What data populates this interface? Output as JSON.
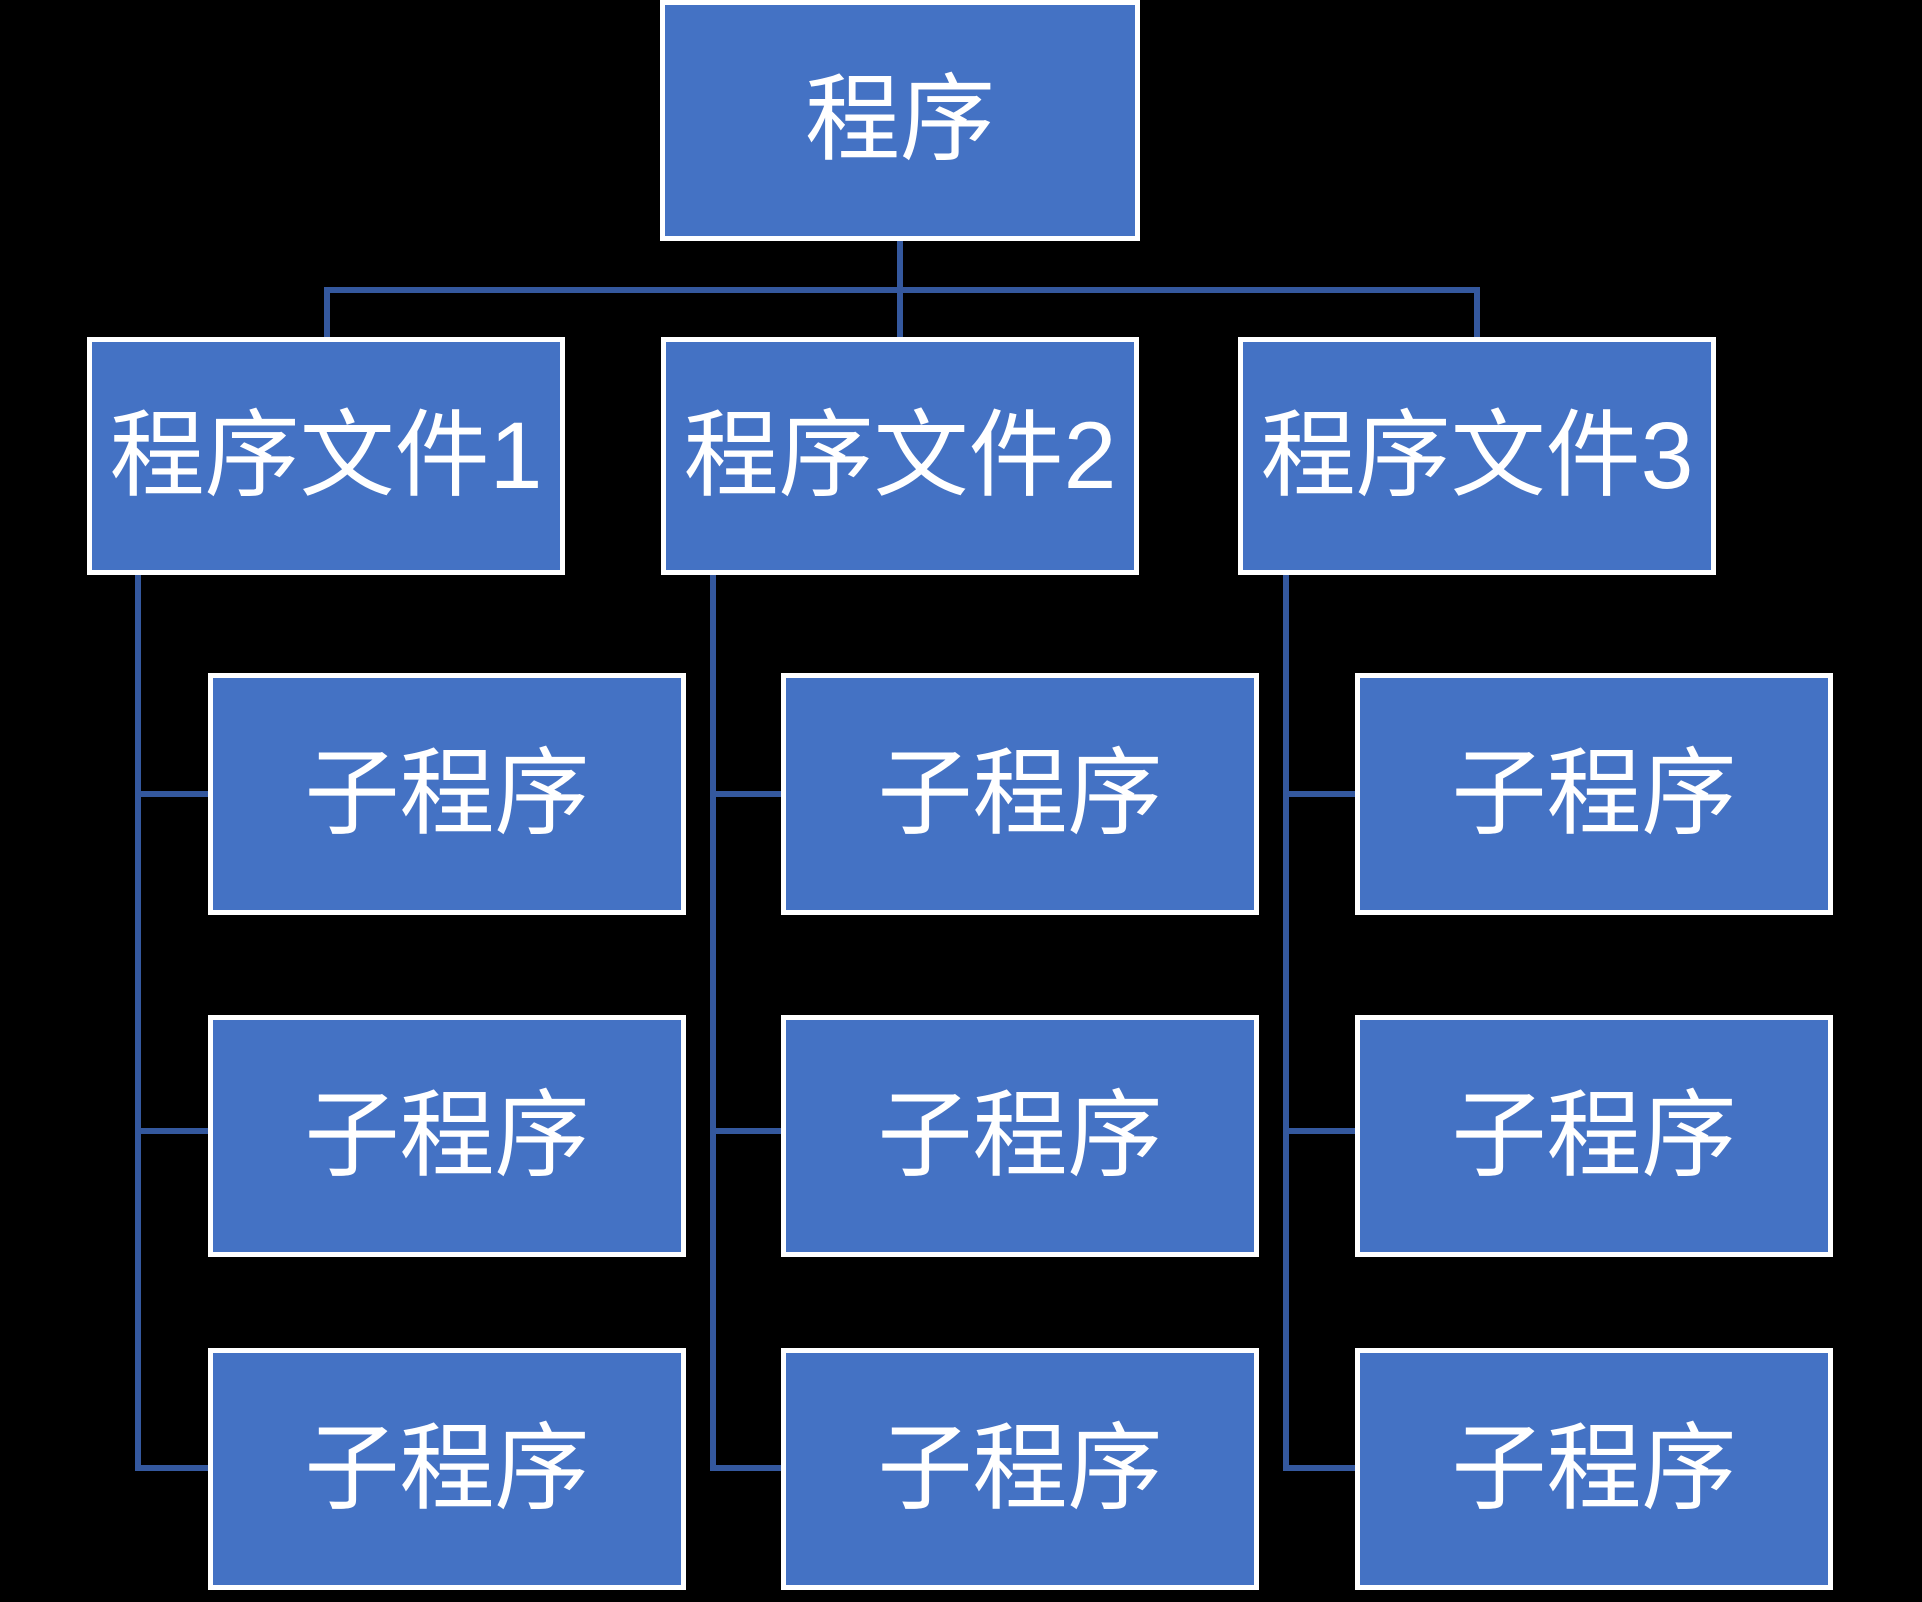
{
  "diagram": {
    "root": {
      "label": "程序"
    },
    "branches": [
      {
        "label": "程序文件1",
        "children": [
          {
            "label": "子程序"
          },
          {
            "label": "子程序"
          },
          {
            "label": "子程序"
          }
        ]
      },
      {
        "label": "程序文件2",
        "children": [
          {
            "label": "子程序"
          },
          {
            "label": "子程序"
          },
          {
            "label": "子程序"
          }
        ]
      },
      {
        "label": "程序文件3",
        "children": [
          {
            "label": "子程序"
          },
          {
            "label": "子程序"
          },
          {
            "label": "子程序"
          }
        ]
      }
    ],
    "colors": {
      "background": "#000000",
      "box_fill": "#4472C4",
      "box_border": "#ffffff",
      "connector": "#34589E",
      "text": "#ffffff"
    }
  }
}
